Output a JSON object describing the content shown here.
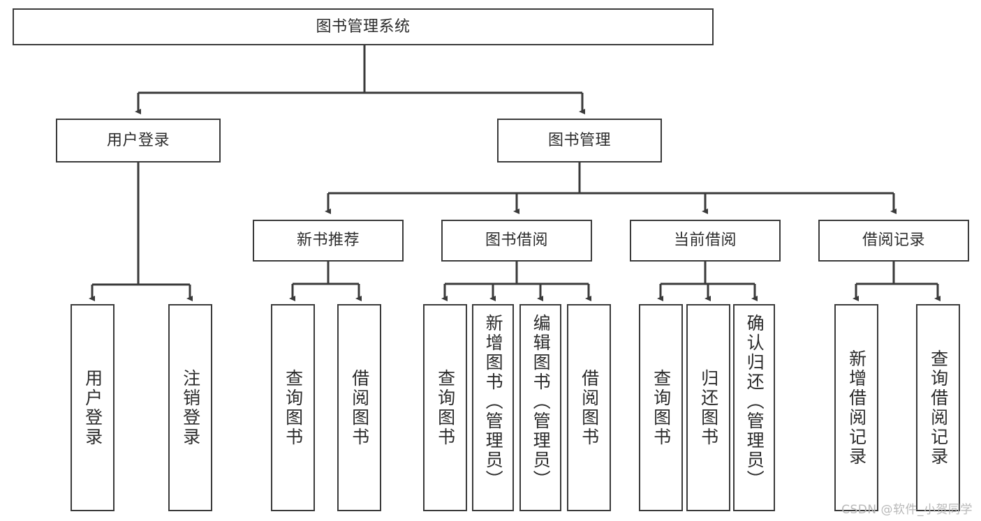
{
  "diagram": {
    "title": "图书管理系统",
    "type": "tree-hierarchy",
    "root": {
      "label": "图书管理系统"
    },
    "level2": [
      {
        "label": "用户登录"
      },
      {
        "label": "图书管理"
      }
    ],
    "level3": [
      {
        "label": "新书推荐"
      },
      {
        "label": "图书借阅"
      },
      {
        "label": "当前借阅"
      },
      {
        "label": "借阅记录"
      }
    ],
    "leaves": {
      "user_login": [
        {
          "label": "用户登录"
        },
        {
          "label": "注销登录"
        }
      ],
      "new_book_recommend": [
        {
          "label": "查询图书"
        },
        {
          "label": "借阅图书"
        }
      ],
      "book_borrow": [
        {
          "label": "查询图书"
        },
        {
          "label": "新增图书（管理员）"
        },
        {
          "label": "编辑图书（管理员）"
        },
        {
          "label": "借阅图书"
        }
      ],
      "current_borrow": [
        {
          "label": "查询图书"
        },
        {
          "label": "归还图书"
        },
        {
          "label": "确认归还（管理员）"
        }
      ],
      "borrow_record": [
        {
          "label": "新增借阅记录"
        },
        {
          "label": "查询借阅记录"
        }
      ]
    }
  },
  "watermark": {
    "text": "CSDN @软件_小贺同学"
  },
  "colors": {
    "stroke": "#3a3a3a",
    "background": "#ffffff",
    "text": "#2b2b2b",
    "watermark": "#b8b8b8"
  }
}
